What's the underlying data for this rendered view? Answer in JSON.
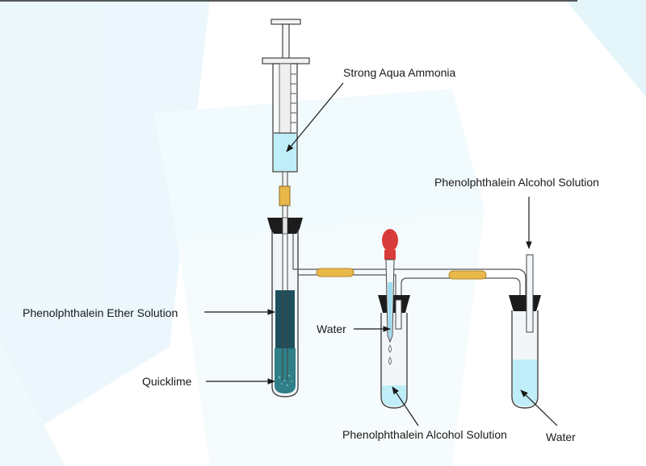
{
  "labels": {
    "strong_aqua_ammonia": "Strong Aqua Ammonia",
    "phenolphthalein_alcohol_top": "Phenolphthalein Alcohol Solution",
    "phenolphthalein_ether": "Phenolphthalein Ether Solution",
    "water_dropper": "Water",
    "quicklime": "Quicklime",
    "phenolphthalein_alcohol_bottom": "Phenolphthalein Alcohol Solution",
    "water_right": "Water"
  },
  "colors": {
    "liquid_light": "#bfeef8",
    "liquid_dark": "#1f4f5c",
    "quicklime": "#2e7f88",
    "stopper": "#1c1c1c",
    "bulb": "#d93b3b",
    "connector": "#e8b84a",
    "glass": "#f2f6f8",
    "background_shape": "#d8f1f9"
  }
}
